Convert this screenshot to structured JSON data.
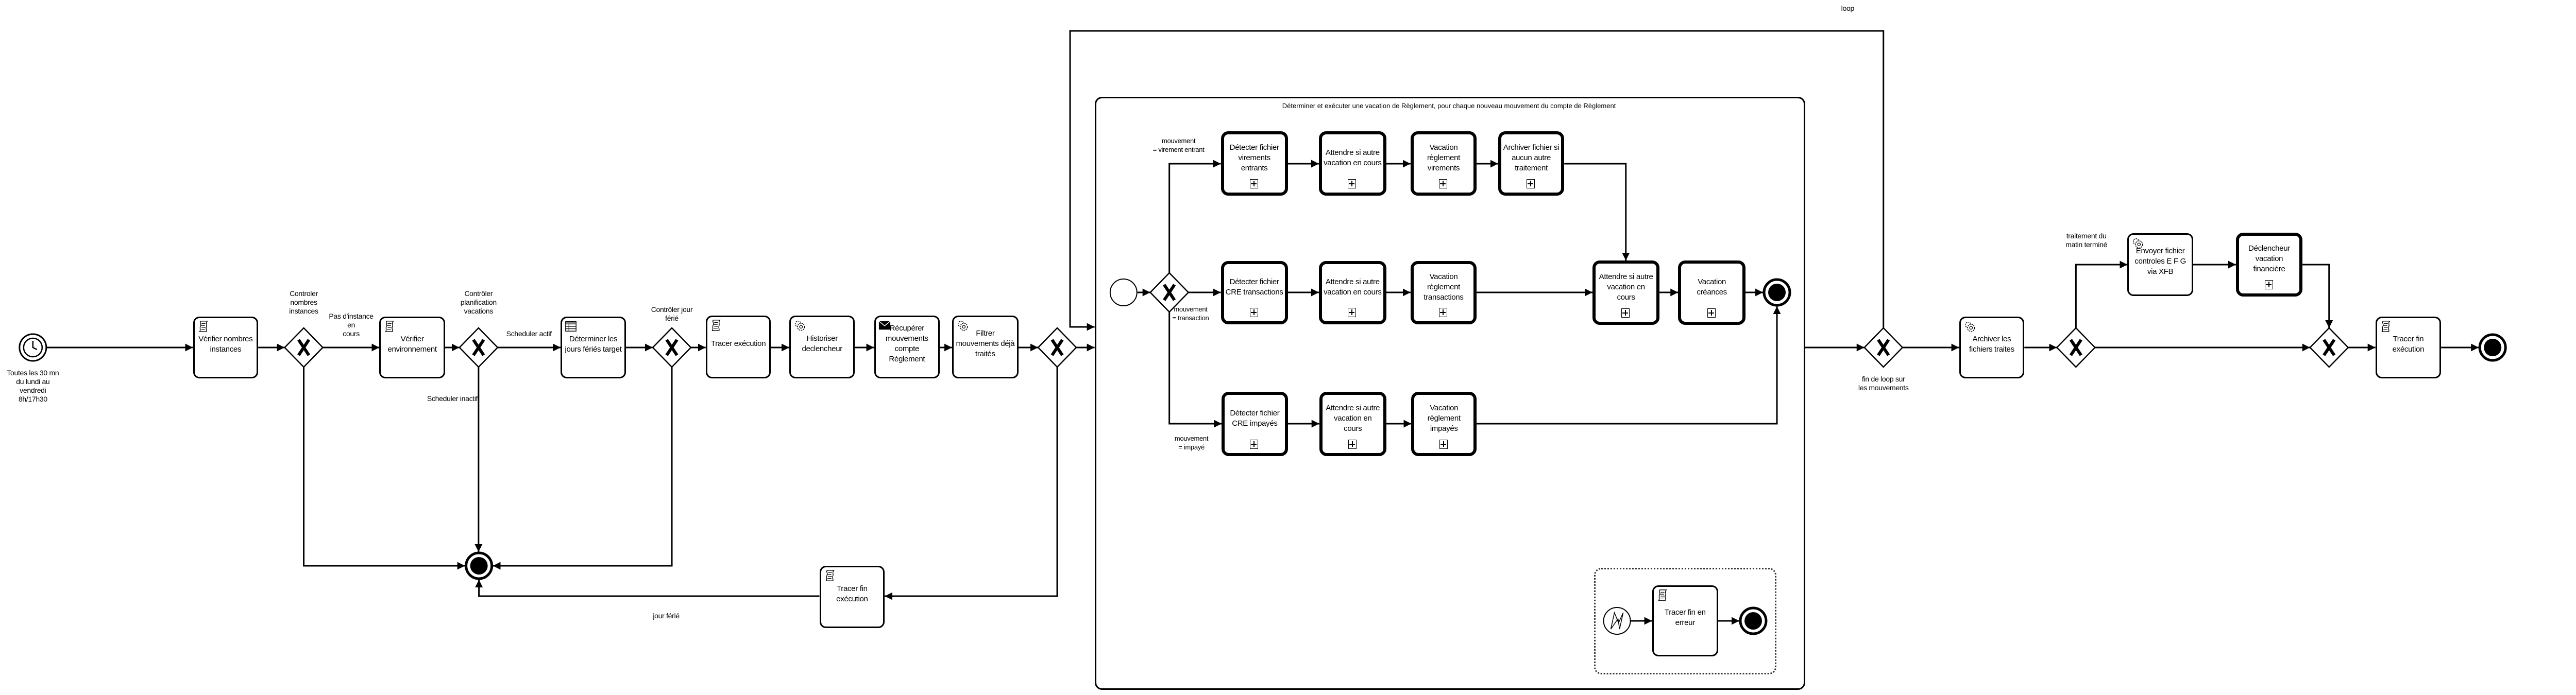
{
  "timer_start": {
    "icon": "clock-icon",
    "label": "Toutes les 30 mn\ndu lundi au\nvendredi\n8h/17h30"
  },
  "tasks": {
    "verifier_nombres": {
      "label": "Vérifier nombres instances",
      "icon": "script-icon"
    },
    "verifier_env": {
      "label": "Vérifier environnement",
      "icon": "script-icon"
    },
    "jours_feries": {
      "label": "Déterminer les jours fériés target",
      "icon": "table-icon"
    },
    "tracer_execution": {
      "label": "Tracer exécution",
      "icon": "script-icon"
    },
    "historiser": {
      "label": "Historiser declencheur",
      "icon": "gear-icon"
    },
    "recuperer": {
      "label": "Récupérer mouvements compte Règlement",
      "icon": "envelope-icon"
    },
    "filtrer": {
      "label": "Filtrer mouvements déjà traités",
      "icon": "gear-icon"
    },
    "tracer_fin_bas": {
      "label": "Tracer fin exécution",
      "icon": "script-icon"
    },
    "archiver_fichiers": {
      "label": "Archiver les fichiers traites",
      "icon": "gear-icon"
    },
    "envoyer_xfb": {
      "label": "Envoyer fichier controles E F G via XFB",
      "icon": "gear-icon"
    },
    "declencheur_fin": {
      "label": "Déclencheur vacation financière",
      "icon": "plus-marker"
    },
    "tracer_fin": {
      "label": "Tracer fin exécution",
      "icon": "script-icon"
    }
  },
  "gateways": {
    "g1": "Controler\nnombres\ninstances",
    "g2": "Contrôler\nplanification\nvacations",
    "g3": "Contrôler jour\nférié",
    "g5": "fin de loop sur\nles mouvements"
  },
  "flows": {
    "pas_instance": "Pas d'instance en\ncours",
    "scheduler_actif": "Scheduler actif",
    "scheduler_inactif": "Scheduler inactif",
    "jour_ferie": "jour férié",
    "loop": "loop",
    "matin_termine": "traitement du\nmatin terminé"
  },
  "subprocess": {
    "title": "Déterminer et exécuter une vacation de Règlement, pour chaque nouveau mouvement du compte de Règlement",
    "branches": {
      "virement": "mouvement\n= virement entrant",
      "transaction": "mouvement\n= transaction",
      "impaye": "mouvement\n= impayé"
    },
    "row1": [
      "Détecter fichier virements entrants",
      "Attendre si autre vacation en cours",
      "Vacation règlement virements",
      "Archiver fichier si aucun autre traitement"
    ],
    "row2": [
      "Détecter fichier CRE transactions",
      "Attendre si autre vacation en cours",
      "Vacation règlement transactions",
      "Attendre si autre vacation en cours",
      "Vacation créances"
    ],
    "row3": [
      "Détecter fichier CRE impayés",
      "Attendre si autre vacation en cours",
      "Vacation règlement impayés"
    ],
    "error_handler": {
      "icon": "error-icon",
      "task": "Tracer fin en erreur"
    }
  }
}
